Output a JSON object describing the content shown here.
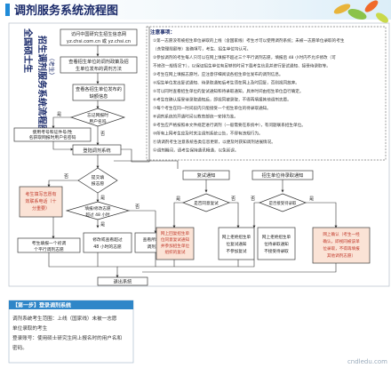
{
  "header": {
    "title": "调剂服务系统流程图",
    "accent_color": "#1f8bd8",
    "title_color": "#1a2a6a"
  },
  "side_label": {
    "line1": "全国硕士生",
    "line2": "招生调剂服务系统流程图",
    "line3": "（考生）"
  },
  "flow": {
    "login": {
      "line1": "访问中国研究生招生信息网",
      "line2": "yz.chsi.com.cn 或 yz.chsi.cn"
    },
    "view_plan": {
      "line1": "查看招生单位的调剂政策及招",
      "line2": "生单位发布的调剂方法"
    },
    "view_school": {
      "line1": "查看各招生单位发布的",
      "line2": "缺额信息"
    },
    "is_registered": {
      "line1": "忘记网报时",
      "line2": "用户名吗"
    },
    "reset_pwd": {
      "line1": "使用考号和证件号/性",
      "line2": "名获取网报时用户名密码"
    },
    "login_system": "登陆调剂系统",
    "can_fill": {
      "line1": "提交填",
      "line2": "报志愿"
    },
    "fill_wish": "填报志愿",
    "check_lock": {
      "line1": "填报/修改志愿",
      "line2": "超过 48 小时"
    },
    "left_box": {
      "line1": "考生填写志愿有",
      "line2": "效联系电话（十",
      "line3": "分重要）"
    },
    "cannot_modify": {
      "line1": "考生填报一个初调",
      "line2": "个平行调剂志愿"
    },
    "modify": {
      "line1": "修改或查看超过",
      "line2": "48 小时的志愿"
    },
    "view_result": {
      "line1": "查看所填报的",
      "line2": "调剂志愿"
    },
    "retest_notice": "复试通知",
    "accept_retest": "是否同意复试",
    "school_notice": {
      "line1": "网上回复招生单",
      "line2": "位同意复试通知",
      "line3": "并参加招生单位",
      "line4": "组织的复试"
    },
    "reject_retest": {
      "line1": "网上拒绝招生单",
      "line2": "位复试通知",
      "line3": "不参加复试"
    },
    "admit_notice": "招生单位待录取通知",
    "accept_admit": "是否接受待录取",
    "admit_confirm": {
      "line1": "网上确认（考生一经",
      "line2": "确认，即视同被该单",
      "line3": "位录取，不得再填报",
      "line4": "其他调剂志愿）"
    },
    "reject_admit": {
      "line1": "网上拒绝招生单",
      "line2": "位待录取通知",
      "line3": "不接受待录取"
    },
    "exit": "退出系统",
    "label_yes": "是",
    "label_no": "否"
  },
  "notes": {
    "title": "注意事项：",
    "lines": [
      "①第一志愿没有被招生单位录取的上线（含国家线）考生才可以使用调剂系统；未被一志愿单位录取的考生",
      "（含管理限额等）准确填写，考生、招生单位均认可。",
      "②参加调剂的考生每人只可以在网上填报不超过三个平行调剂志愿，填报后 48 小时内不允许修改（可",
      "不修改一般情况下），以保证招生单位有足够的时间下载考生信息并进行复试通知、接受待录取等。",
      "③考生在网上填报志愿时，应注意仔细阅读各招生单位发布的调剂信息。",
      "④招生单位发出复试通知、待录取通知后考生须在网上及时回复，否则视同放弃。",
      "⑤可以同时查看招生单位的复试通知和待录取通知，具体时间由招生单位自行确定。",
      "⑥考生在确认接受待录取通知后，即视同被录取，不得再填报其他调剂志愿。",
      "⑦每个考生在同一时间段内只能接受一个招生单位的待录取通知。",
      "⑧调剂系统的开通时间以教育部统一安排为准。",
      "⑨考生应严格按照本文件规定进行调剂（一般需要在系统中），有问题联系招生单位。",
      "⑩所有上网考生应及时关注调剂系统公告，不得有违规行为。",
      "⑪请调剂考生注意系统各类信息更新，以便及时获知调剂进展情况。",
      "⑫调剂期间，请考生保持通讯畅通，以免延误。"
    ]
  },
  "bottom": {
    "title": "【第一步】登录调剂系统",
    "lines": [
      "调剂系统考生范围：上线（国家线）未被一志愿",
      "单位录取的考生",
      "登录账号：使用硕士研究生网上报名时的用户名和",
      "密码。"
    ]
  },
  "watermark": "cndledu.com"
}
